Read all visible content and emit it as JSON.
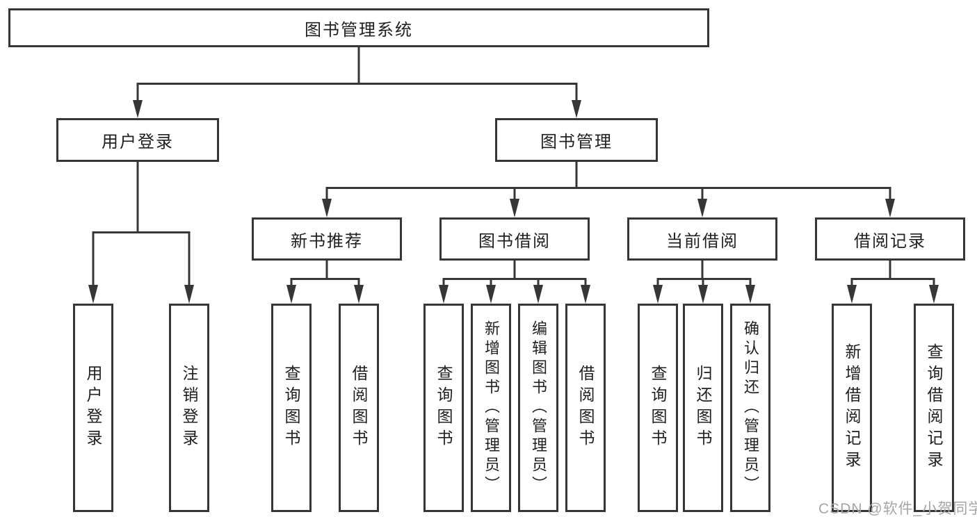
{
  "diagram": {
    "root_label": "图书管理系统",
    "branches": [
      {
        "label": "用户登录",
        "leaves": [
          "用户登录",
          "注销登录"
        ]
      },
      {
        "label": "图书管理",
        "groups": [
          {
            "label": "新书推荐",
            "leaves": [
              "查询图书",
              "借阅图书"
            ]
          },
          {
            "label": "图书借阅",
            "leaves": [
              "查询图书",
              "新增图书（管理员）",
              "编辑图书（管理员）",
              "借阅图书"
            ]
          },
          {
            "label": "当前借阅",
            "leaves": [
              "查询图书",
              "归还图书",
              "确认归还（管理员）"
            ]
          },
          {
            "label": "借阅记录",
            "leaves": [
              "新增借阅记录",
              "查询借阅记录"
            ]
          }
        ]
      }
    ]
  },
  "watermark": "CSDN @软件_小贺同学",
  "colors": {
    "line": "#363636",
    "text": "#1f1f1f",
    "watermark": "#a6a6a6",
    "background": "#ffffff"
  }
}
